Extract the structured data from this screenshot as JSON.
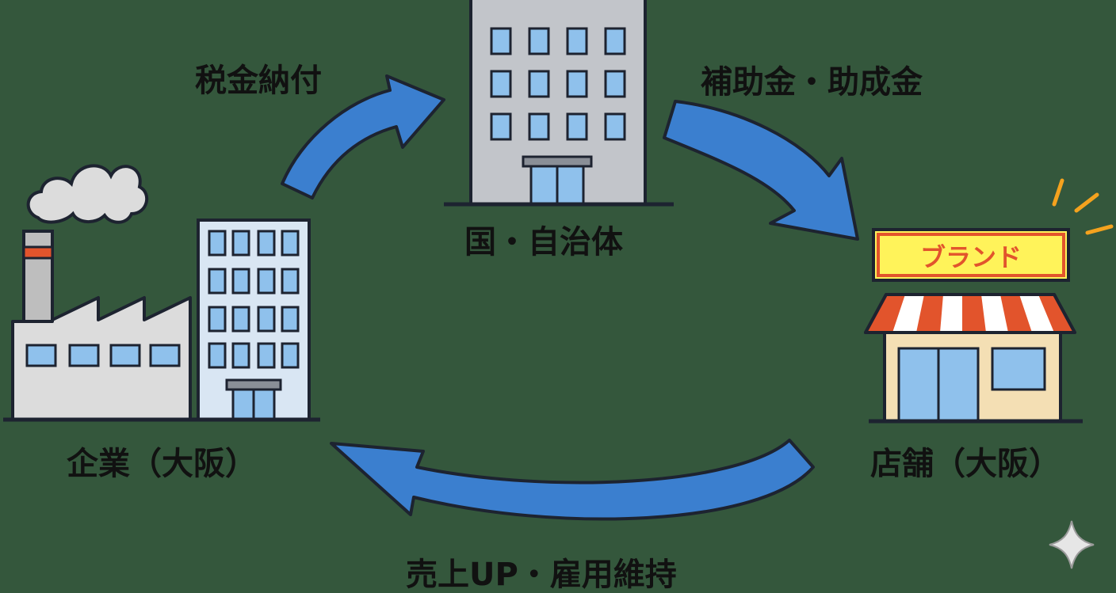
{
  "nodes": {
    "government": "国・自治体",
    "company": "企業（大阪）",
    "store": "店舗（大阪）"
  },
  "flows": {
    "tax": "税金納付",
    "subsidy": "補助金・助成金",
    "sales": "売上UP・雇用維持"
  },
  "store_sign": "ブランド",
  "colors": {
    "background": "#34573c",
    "arrow": "#3b7fcf",
    "outline": "#1d2330",
    "window": "#8fc1ec",
    "awning_red": "#e2542c",
    "sign_yellow": "#fff35a"
  },
  "icons": [
    "factory-icon",
    "office-building-icon",
    "government-building-icon",
    "store-icon",
    "sparkle-icon"
  ]
}
